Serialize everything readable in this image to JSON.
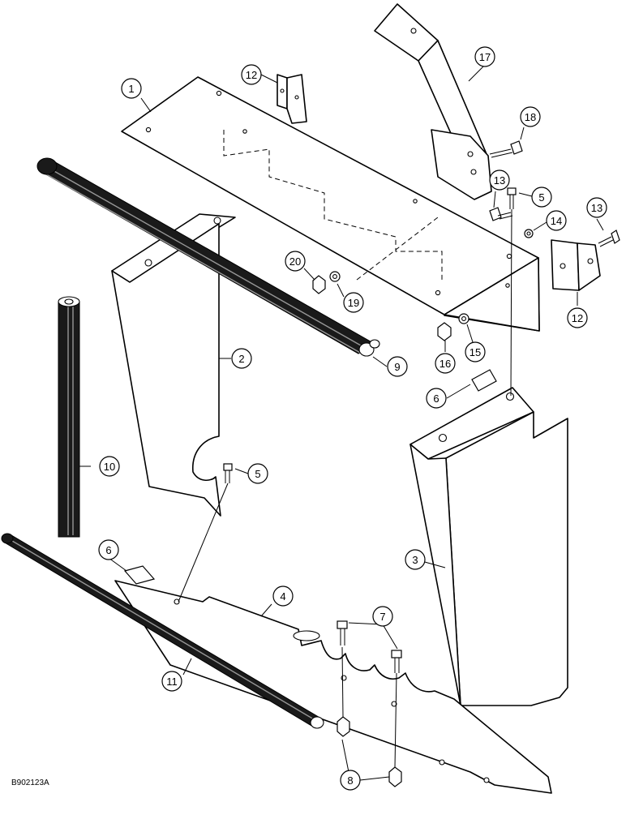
{
  "figure_code": "B902123A",
  "callouts": [
    {
      "id": "c1",
      "label": "1"
    },
    {
      "id": "c2",
      "label": "2"
    },
    {
      "id": "c3",
      "label": "3"
    },
    {
      "id": "c4",
      "label": "4"
    },
    {
      "id": "c5a",
      "label": "5"
    },
    {
      "id": "c5b",
      "label": "5"
    },
    {
      "id": "c6a",
      "label": "6"
    },
    {
      "id": "c6b",
      "label": "6"
    },
    {
      "id": "c7",
      "label": "7"
    },
    {
      "id": "c8",
      "label": "8"
    },
    {
      "id": "c9",
      "label": "9"
    },
    {
      "id": "c10",
      "label": "10"
    },
    {
      "id": "c11",
      "label": "11"
    },
    {
      "id": "c12a",
      "label": "12"
    },
    {
      "id": "c12b",
      "label": "12"
    },
    {
      "id": "c13a",
      "label": "13"
    },
    {
      "id": "c13b",
      "label": "13"
    },
    {
      "id": "c14",
      "label": "14"
    },
    {
      "id": "c15",
      "label": "15"
    },
    {
      "id": "c16",
      "label": "16"
    },
    {
      "id": "c17",
      "label": "17"
    },
    {
      "id": "c18",
      "label": "18"
    },
    {
      "id": "c19",
      "label": "19"
    },
    {
      "id": "c20",
      "label": "20"
    }
  ]
}
